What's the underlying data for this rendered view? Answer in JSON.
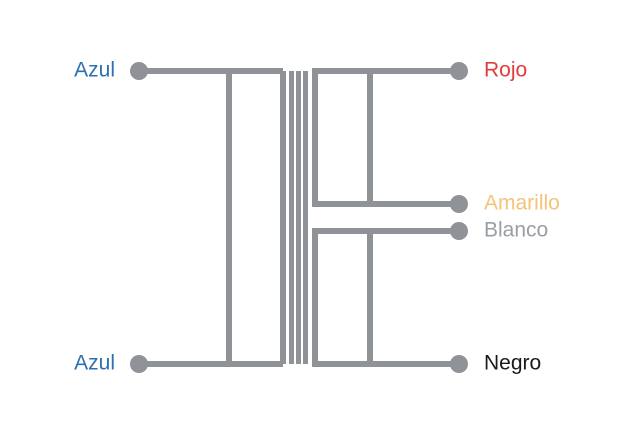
{
  "colors": {
    "wire": "#8f9398",
    "background": "#ffffff"
  },
  "primary": {
    "top_label": "Azul",
    "top_color": "#2c6fb3",
    "bottom_label": "Azul",
    "bottom_color": "#2c6fb3"
  },
  "secondary": {
    "labels": [
      {
        "text": "Rojo",
        "color": "#e23b3b"
      },
      {
        "text": "Amarillo",
        "color": "#f6c27a"
      },
      {
        "text": "Blanco",
        "color": "#9a9ea3"
      },
      {
        "text": "Negro",
        "color": "#1a1a1a"
      }
    ]
  }
}
